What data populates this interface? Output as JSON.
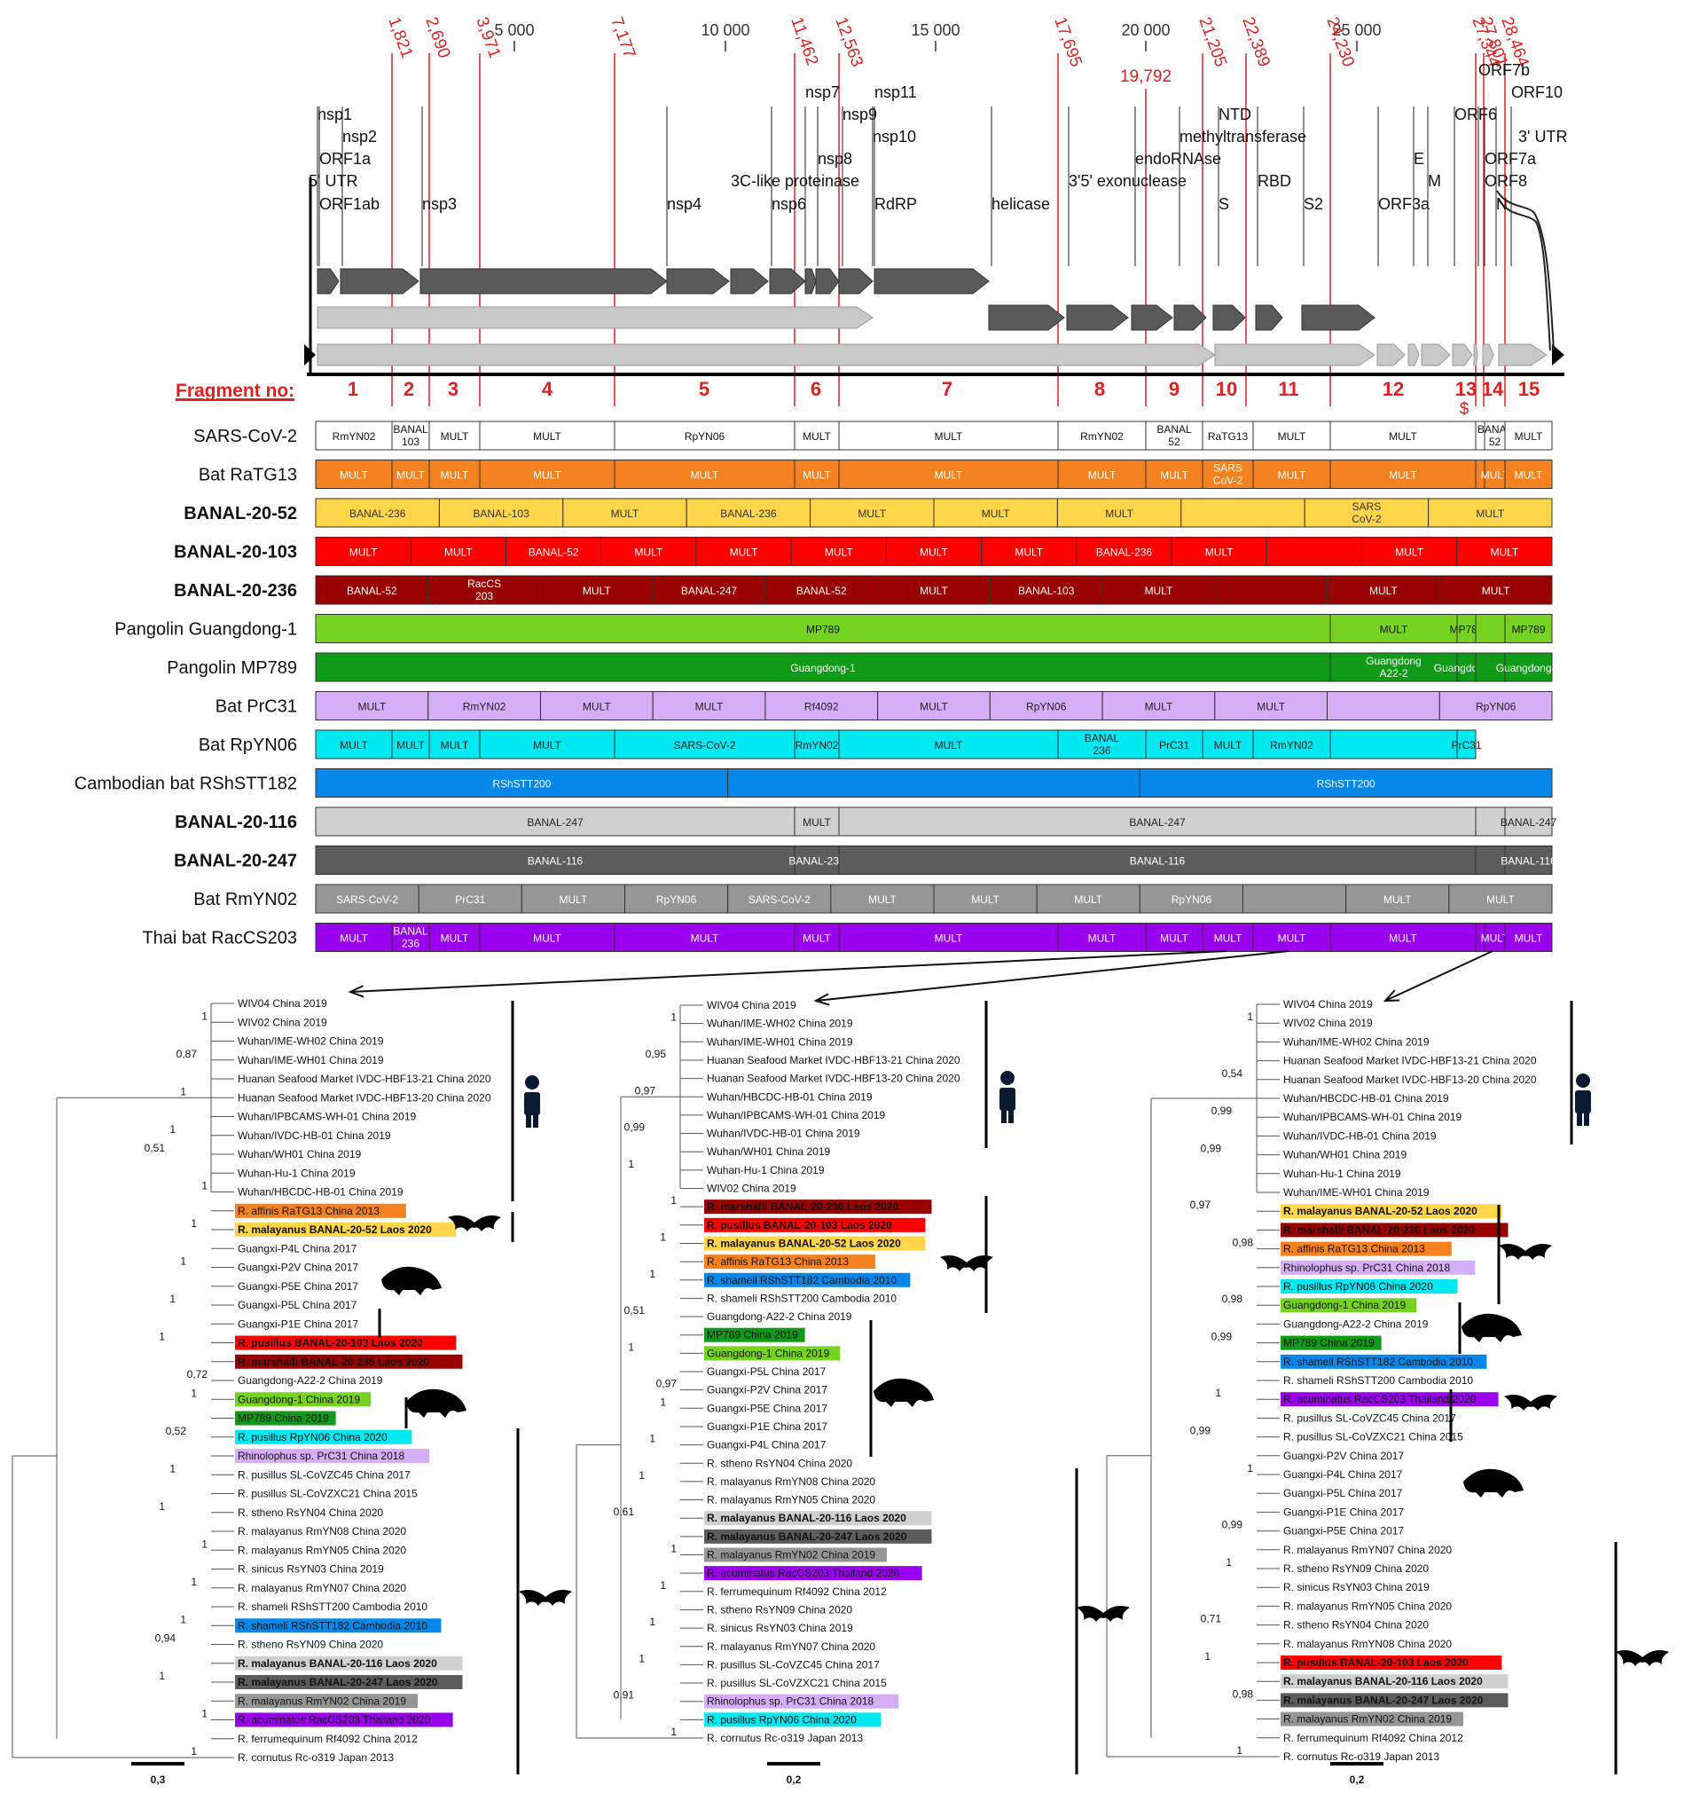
{
  "genome_map": {
    "positions": [
      "5 000",
      "10 000",
      "15 000",
      "20 000",
      "25 000"
    ],
    "breakpoints": [
      "1,821",
      "2,690",
      "3,971",
      "7,177",
      "11,462",
      "12,563",
      "17,695",
      "19,792",
      "21,205",
      "22,389",
      "24,230",
      "27,344",
      "27,801",
      "28,464"
    ],
    "genes": [
      "nsp1",
      "nsp2",
      "ORF1a",
      "5' UTR",
      "ORF1ab",
      "nsp3",
      "nsp4",
      "3C-like proteinase",
      "nsp6",
      "nsp7",
      "nsp8",
      "nsp9",
      "nsp10",
      "nsp11",
      "RdRP",
      "helicase",
      "3'5' exonuclease",
      "endoRNAse",
      "methyltransferase",
      "NTD",
      "S",
      "RBD",
      "S2",
      "ORF3a",
      "E",
      "M",
      "ORF6",
      "ORF7a",
      "ORF7b",
      "ORF8",
      "N",
      "ORF10",
      "3' UTR"
    ],
    "fragment_label": "Fragment no:",
    "fragment_numbers": [
      "1",
      "2",
      "3",
      "4",
      "5",
      "6",
      "7",
      "8",
      "9",
      "10",
      "11",
      "12",
      "13",
      "14",
      "15"
    ],
    "dollar_mark": "$"
  },
  "recombination_rows": [
    {
      "name": "SARS-CoV-2",
      "bold": false,
      "color": "#ffffff",
      "text_color": "#111111",
      "cells": [
        "RmYN02",
        "BANAL 103",
        "MULT",
        "MULT",
        "RpYN06",
        "MULT",
        "MULT",
        "RmYN02",
        "BANAL 52",
        "RaTG13",
        "MULT",
        "MULT",
        "",
        "BANAL 52",
        "MULT"
      ]
    },
    {
      "name": "Bat RaTG13",
      "bold": false,
      "color": "#f58220",
      "text_color": "#ffffff",
      "cells": [
        "MULT",
        "MULT",
        "MULT",
        "MULT",
        "MULT",
        "MULT",
        "MULT",
        "MULT",
        "MULT",
        "SARS CoV-2",
        "MULT",
        "MULT",
        "",
        "MULT",
        "MULT"
      ]
    },
    {
      "name": "BANAL-20-52",
      "bold": true,
      "color": "#ffd54a",
      "text_color": "#333333",
      "cells": [
        "BANAL-236",
        "BANAL-103",
        "MULT",
        "BANAL-236",
        "MULT",
        "MULT",
        "MULT",
        "",
        "SARS CoV-2",
        "MULT"
      ]
    },
    {
      "name": "BANAL-20-103",
      "bold": true,
      "color": "#ff0000",
      "text_color": "#ffffff",
      "cells": [
        "MULT",
        "MULT",
        "BANAL-52",
        "MULT",
        "MULT",
        "MULT",
        "MULT",
        "MULT",
        "BANAL-236",
        "MULT",
        "",
        "MULT",
        "MULT"
      ]
    },
    {
      "name": "BANAL-20-236",
      "bold": true,
      "color": "#990000",
      "text_color": "#ffffff",
      "cells": [
        "BANAL-52",
        "RacCS 203",
        "MULT",
        "BANAL-247",
        "BANAL-52",
        "MULT",
        "BANAL-103",
        "MULT",
        "",
        "MULT",
        "MULT"
      ]
    },
    {
      "name": "Pangolin Guangdong-1",
      "bold": false,
      "color": "#77d321",
      "text_color": "#111111",
      "cells": [
        "MP789",
        "MULT",
        "MP789",
        "",
        "MP789"
      ]
    },
    {
      "name": "Pangolin MP789",
      "bold": false,
      "color": "#0f9a17",
      "text_color": "#ffffff",
      "cells": [
        "Guangdong-1",
        "Guangdong A22-2",
        "Guangdong-1",
        "",
        "Guangdong-1"
      ]
    },
    {
      "name": "Bat PrC31",
      "bold": false,
      "color": "#d6aef7",
      "text_color": "#222222",
      "cells": [
        "MULT",
        "RmYN02",
        "MULT",
        "MULT",
        "Rf4092",
        "MULT",
        "RpYN06",
        "MULT",
        "MULT",
        "",
        "RpYN06"
      ]
    },
    {
      "name": "Bat RpYN06",
      "bold": false,
      "color": "#00e8f0",
      "text_color": "#222222",
      "cells": [
        "MULT",
        "MULT",
        "MULT",
        "MULT",
        "SARS-CoV-2",
        "RmYN02",
        "MULT",
        "BANAL 236",
        "PrC31",
        "MULT",
        "RmYN02",
        "",
        "PrC31"
      ]
    },
    {
      "name": "Cambodian bat RShSTT182",
      "bold": false,
      "color": "#0688ea",
      "text_color": "#ffffff",
      "cells": [
        "RShSTT200",
        "",
        "RShSTT200"
      ]
    },
    {
      "name": "BANAL-20-116",
      "bold": true,
      "color": "#d0d0d0",
      "text_color": "#222222",
      "cells": [
        "BANAL-247",
        "MULT",
        "BANAL-247",
        "",
        "BANAL-247"
      ]
    },
    {
      "name": "BANAL-20-247",
      "bold": true,
      "color": "#5c5c5c",
      "text_color": "#ffffff",
      "cells": [
        "BANAL-116",
        "BANAL-236",
        "BANAL-116",
        "",
        "BANAL-116"
      ]
    },
    {
      "name": "Bat RmYN02",
      "bold": false,
      "color": "#969696",
      "text_color": "#ffffff",
      "cells": [
        "SARS-CoV-2",
        "PrC31",
        "MULT",
        "RpYN06",
        "SARS-CoV-2",
        "MULT",
        "MULT",
        "MULT",
        "RpYN06",
        "",
        "MULT",
        "MULT"
      ]
    },
    {
      "name": "Thai bat RacCS203",
      "bold": false,
      "color": "#9900ee",
      "text_color": "#ffffff",
      "cells": [
        "MULT",
        "BANAL 236",
        "MULT",
        "MULT",
        "MULT",
        "MULT",
        "MULT",
        "MULT",
        "MULT",
        "MULT",
        "MULT",
        "MULT",
        "",
        "MULT",
        "MULT"
      ]
    }
  ],
  "trees": [
    {
      "scale": "0,3",
      "leaves": [
        {
          "t": "WIV04 China 2019"
        },
        {
          "t": "WIV02 China 2019"
        },
        {
          "t": "Wuhan/IME-WH02 China 2019"
        },
        {
          "t": "Wuhan/IME-WH01 China 2019"
        },
        {
          "t": "Huanan Seafood Market IVDC-HBF13-21 China 2020"
        },
        {
          "t": "Huanan Seafood Market IVDC-HBF13-20 China 2020"
        },
        {
          "t": "Wuhan/IPBCAMS-WH-01 China 2019"
        },
        {
          "t": "Wuhan/IVDC-HB-01 China 2019"
        },
        {
          "t": "Wuhan/WH01 China 2019"
        },
        {
          "t": "Wuhan-Hu-1 China 2019"
        },
        {
          "t": "Wuhan/HBCDC-HB-01 China 2019"
        },
        {
          "t": "R. affinis RaTG13 China 2013",
          "bg": "#f58220",
          "c": "#ffffff"
        },
        {
          "t": "R. malayanus BANAL-20-52 Laos 2020",
          "bg": "#ffd54a",
          "c": "#111111",
          "b": true
        },
        {
          "t": "Guangxi-P4L China 2017"
        },
        {
          "t": "Guangxi-P2V China 2017"
        },
        {
          "t": "Guangxi-P5E China 2017"
        },
        {
          "t": "Guangxi-P5L China 2017"
        },
        {
          "t": "Guangxi-P1E China 2017"
        },
        {
          "t": "R. pusillus BANAL-20-103 Laos 2020",
          "bg": "#ff0000",
          "c": "#ffffff",
          "b": true
        },
        {
          "t": "R. marshalli BANAL-20-236 Laos 2020",
          "bg": "#990000",
          "c": "#ffffff",
          "b": true
        },
        {
          "t": "Guangdong-A22-2 China 2019"
        },
        {
          "t": "Guangdong-1 China 2019",
          "bg": "#77d321",
          "c": "#111111"
        },
        {
          "t": "MP789 China 2019",
          "bg": "#0f9a17",
          "c": "#ffffff"
        },
        {
          "t": "R. pusillus RpYN06 China 2020",
          "bg": "#00e8f0",
          "c": "#111111"
        },
        {
          "t": "Rhinolophus sp. PrC31 China 2018",
          "bg": "#d6aef7",
          "c": "#111111"
        },
        {
          "t": "R. pusillus SL-CoVZC45 China 2017"
        },
        {
          "t": "R. pusillus SL-CoVZXC21 China 2015"
        },
        {
          "t": "R. stheno RsYN04 China 2020"
        },
        {
          "t": "R. malayanus RmYN08 China 2020"
        },
        {
          "t": "R. malayanus RmYN05 China 2020"
        },
        {
          "t": "R. sinicus RsYN03 China 2019"
        },
        {
          "t": "R. malayanus RmYN07 China 2020"
        },
        {
          "t": "R. shameli RShSTT200 Cambodia 2010"
        },
        {
          "t": "R. shameli RShSTT182 Cambodia 2010",
          "bg": "#0688ea",
          "c": "#ffffff"
        },
        {
          "t": "R. stheno RsYN09 China 2020"
        },
        {
          "t": "R. malayanus BANAL-20-116 Laos 2020",
          "bg": "#d0d0d0",
          "c": "#111111",
          "b": true
        },
        {
          "t": "R. malayanus BANAL-20-247 Laos 2020",
          "bg": "#5c5c5c",
          "c": "#ffffff",
          "b": true
        },
        {
          "t": "R. malayanus RmYN02 China 2019",
          "bg": "#969696",
          "c": "#ffffff"
        },
        {
          "t": "R. acuminatus RacCS203 Thailand 2020",
          "bg": "#9900ee",
          "c": "#ffffff"
        },
        {
          "t": "R. ferrumequinum Rf4092 China 2012"
        },
        {
          "t": "R. cornutus Rc-o319 Japan 2013"
        }
      ],
      "supports": [
        "1",
        "0,87",
        "1",
        "1",
        "0,51",
        "1",
        "1",
        "1",
        "1",
        "1",
        "0,72",
        "1",
        "0,52",
        "1",
        "1",
        "1",
        "1",
        "1",
        "0,94",
        "1",
        "1",
        "1"
      ]
    },
    {
      "scale": "0,2",
      "leaves": [
        {
          "t": "WIV04 China 2019"
        },
        {
          "t": "Wuhan/IME-WH02 China 2019"
        },
        {
          "t": "Wuhan/IME-WH01 China 2019"
        },
        {
          "t": "Huanan Seafood Market IVDC-HBF13-21 China 2020"
        },
        {
          "t": "Huanan Seafood Market IVDC-HBF13-20 China 2020"
        },
        {
          "t": "Wuhan/HBCDC-HB-01 China 2019"
        },
        {
          "t": "Wuhan/IPBCAMS-WH-01 China 2019"
        },
        {
          "t": "Wuhan/IVDC-HB-01 China 2019"
        },
        {
          "t": "Wuhan/WH01 China 2019"
        },
        {
          "t": "Wuhan-Hu-1 China 2019"
        },
        {
          "t": "WIV02 China 2019"
        },
        {
          "t": "R. marshalli BANAL-20-236 Laos 2020",
          "bg": "#990000",
          "c": "#ffffff",
          "b": true
        },
        {
          "t": "R. pusillus BANAL-20-103 Laos 2020",
          "bg": "#ff0000",
          "c": "#ffffff",
          "b": true
        },
        {
          "t": "R. malayanus BANAL-20-52 Laos 2020",
          "bg": "#ffd54a",
          "c": "#111111",
          "b": true
        },
        {
          "t": "R. affinis RaTG13 China 2013",
          "bg": "#f58220",
          "c": "#ffffff"
        },
        {
          "t": "R. shameli RShSTT182 Cambodia 2010",
          "bg": "#0688ea",
          "c": "#ffffff"
        },
        {
          "t": "R. shameli RShSTT200 Cambodia 2010"
        },
        {
          "t": "Guangdong-A22-2 China 2019"
        },
        {
          "t": "MP789 China 2019",
          "bg": "#0f9a17",
          "c": "#ffffff"
        },
        {
          "t": "Guangdong-1 China 2019",
          "bg": "#77d321",
          "c": "#111111"
        },
        {
          "t": "Guangxi-P5L China 2017"
        },
        {
          "t": "Guangxi-P2V China 2017"
        },
        {
          "t": "Guangxi-P5E China 2017"
        },
        {
          "t": "Guangxi-P1E China 2017"
        },
        {
          "t": "Guangxi-P4L China 2017"
        },
        {
          "t": "R. stheno RsYN04 China 2020"
        },
        {
          "t": "R. malayanus RmYN08 China 2020"
        },
        {
          "t": "R. malayanus RmYN05 China 2020"
        },
        {
          "t": "R. malayanus BANAL-20-116 Laos 2020",
          "bg": "#d0d0d0",
          "c": "#111111",
          "b": true
        },
        {
          "t": "R. malayanus BANAL-20-247 Laos 2020",
          "bg": "#5c5c5c",
          "c": "#ffffff",
          "b": true
        },
        {
          "t": "R. malayanus RmYN02 China 2019",
          "bg": "#969696",
          "c": "#ffffff"
        },
        {
          "t": "R. acuminatus RacCS203 Thailand 2020",
          "bg": "#9900ee",
          "c": "#ffffff"
        },
        {
          "t": "R. ferrumequinum Rf4092 China 2012"
        },
        {
          "t": "R. stheno RsYN09 China 2020"
        },
        {
          "t": "R. sinicus RsYN03 China 2019"
        },
        {
          "t": "R. malayanus RmYN07 China 2020"
        },
        {
          "t": "R. pusillus SL-CoVZC45 China 2017"
        },
        {
          "t": "R. pusillus SL-CoVZXC21 China 2015"
        },
        {
          "t": "Rhinolophus sp. PrC31 China 2018",
          "bg": "#d6aef7",
          "c": "#111111"
        },
        {
          "t": "R. pusillus RpYN06 China 2020",
          "bg": "#00e8f0",
          "c": "#111111"
        },
        {
          "t": "R. cornutus Rc-o319 Japan 2013"
        }
      ],
      "supports": [
        "1",
        "0,95",
        "0,97",
        "0,99",
        "1",
        "1",
        "1",
        "1",
        "0,51",
        "1",
        "0,97",
        "1",
        "1",
        "1",
        "0,61",
        "1",
        "1",
        "1",
        "1",
        "0,91",
        "1"
      ]
    },
    {
      "scale": "0,2",
      "leaves": [
        {
          "t": "WIV04 China 2019"
        },
        {
          "t": "WIV02 China 2019"
        },
        {
          "t": "Wuhan/IME-WH02 China 2019"
        },
        {
          "t": "Huanan Seafood Market IVDC-HBF13-21 China 2020"
        },
        {
          "t": "Huanan Seafood Market IVDC-HBF13-20 China 2020"
        },
        {
          "t": "Wuhan/HBCDC-HB-01 China 2019"
        },
        {
          "t": "Wuhan/IPBCAMS-WH-01 China 2019"
        },
        {
          "t": "Wuhan/IVDC-HB-01 China 2019"
        },
        {
          "t": "Wuhan/WH01 China 2019"
        },
        {
          "t": "Wuhan-Hu-1 China 2019"
        },
        {
          "t": "Wuhan/IME-WH01 China 2019"
        },
        {
          "t": "R. malayanus BANAL-20-52 Laos 2020",
          "bg": "#ffd54a",
          "c": "#111111",
          "b": true
        },
        {
          "t": "R. marshalli BANAL-20-236 Laos 2020",
          "bg": "#990000",
          "c": "#ffffff",
          "b": true
        },
        {
          "t": "R. affinis RaTG13 China 2013",
          "bg": "#f58220",
          "c": "#ffffff"
        },
        {
          "t": "Rhinolophus sp. PrC31 China 2018",
          "bg": "#d6aef7",
          "c": "#111111"
        },
        {
          "t": "R. pusillus RpYN06 China 2020",
          "bg": "#00e8f0",
          "c": "#111111"
        },
        {
          "t": "Guangdong-1 China 2019",
          "bg": "#77d321",
          "c": "#111111"
        },
        {
          "t": "Guangdong-A22-2 China 2019"
        },
        {
          "t": "MP789 China 2019",
          "bg": "#0f9a17",
          "c": "#ffffff"
        },
        {
          "t": "R. shameli RShSTT182 Cambodia 2010",
          "bg": "#0688ea",
          "c": "#ffffff"
        },
        {
          "t": "R. shameli RShSTT200 Cambodia 2010"
        },
        {
          "t": "R. acuminatus RacCS203 Thailand 2020",
          "bg": "#9900ee",
          "c": "#ffffff"
        },
        {
          "t": "R. pusillus SL-CoVZC45 China 2017"
        },
        {
          "t": "R. pusillus SL-CoVZXC21 China 2015"
        },
        {
          "t": "Guangxi-P2V China 2017"
        },
        {
          "t": "Guangxi-P4L China 2017"
        },
        {
          "t": "Guangxi-P5L China 2017"
        },
        {
          "t": "Guangxi-P1E China 2017"
        },
        {
          "t": "Guangxi-P5E China 2017"
        },
        {
          "t": "R. malayanus RmYN07 China 2020"
        },
        {
          "t": "R. stheno RsYN09 China 2020"
        },
        {
          "t": "R. sinicus RsYN03 China 2019"
        },
        {
          "t": "R. malayanus RmYN05 China 2020"
        },
        {
          "t": "R. stheno RsYN04 China 2020"
        },
        {
          "t": "R. malayanus RmYN08 China 2020"
        },
        {
          "t": "R. pusillus BANAL-20-103 Laos 2020",
          "bg": "#ff0000",
          "c": "#ffffff",
          "b": true
        },
        {
          "t": "R. malayanus BANAL-20-116 Laos 2020",
          "bg": "#d0d0d0",
          "c": "#111111",
          "b": true
        },
        {
          "t": "R. malayanus BANAL-20-247 Laos 2020",
          "bg": "#5c5c5c",
          "c": "#ffffff",
          "b": true
        },
        {
          "t": "R. malayanus RmYN02 China 2019",
          "bg": "#969696",
          "c": "#ffffff"
        },
        {
          "t": "R. ferrumequinum Rf4092 China 2012"
        },
        {
          "t": "R. cornutus Rc-o319 Japan 2013"
        }
      ],
      "supports": [
        "1",
        "0,54",
        "0,99",
        "0,99",
        "0,97",
        "0,98",
        "0,98",
        "0,99",
        "1",
        "0,99",
        "1",
        "0,99",
        "1",
        "0,71",
        "1",
        "0,98",
        "1"
      ]
    }
  ]
}
